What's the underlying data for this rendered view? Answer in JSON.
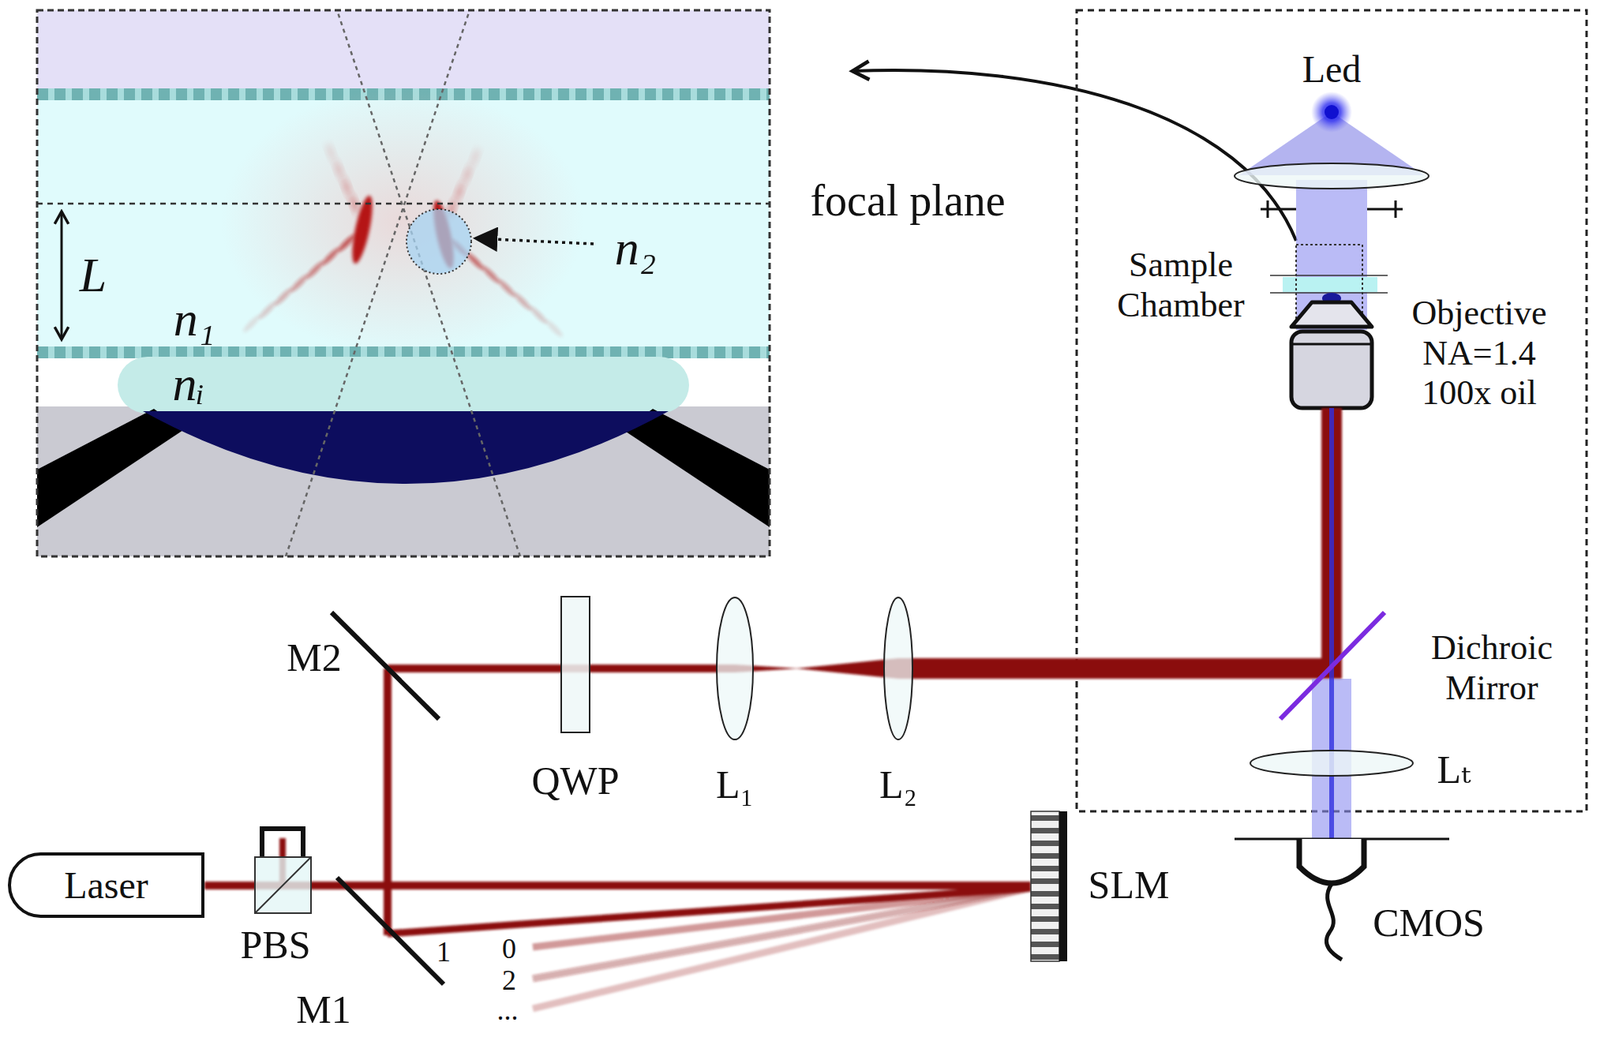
{
  "diagram": {
    "nodes": [
      {
        "text": [
          "Laser"
        ]
      }
    ],
    "labels": [
      "focal plane",
      "L",
      "n₁",
      "nᵢ",
      "n₂",
      "Led",
      "Sample Chamber",
      "Objective NA=1.4 100x oil",
      "Dichroic Mirror",
      "M2",
      "QWP",
      "L₁",
      "L₂",
      "Lₜ",
      "PBS",
      "SLM",
      "CMOS",
      "M1",
      "1",
      "0",
      "2",
      "..."
    ]
  }
}
